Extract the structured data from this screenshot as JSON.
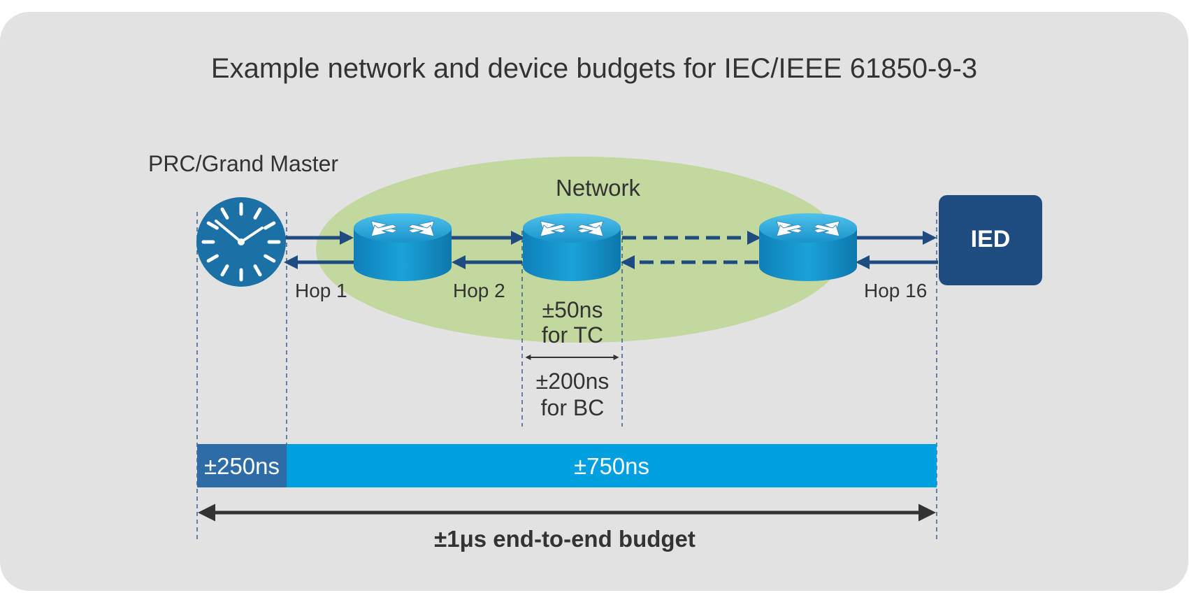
{
  "title": "Example network and device budgets for IEC/IEEE 61850-9-3",
  "grandmaster": {
    "label": "PRC/Grand Master",
    "icon": "clock-icon"
  },
  "network": {
    "label": "Network",
    "color": "#c2d89e"
  },
  "hops": [
    "Hop 1",
    "Hop 2",
    "Hop 16"
  ],
  "switch_budget": {
    "tc_line1": "±50ns",
    "tc_line2": "for TC",
    "bc_line1": "±200ns",
    "bc_line2": "for BC"
  },
  "ied": {
    "label": "IED",
    "color": "#1e4b80"
  },
  "bars": {
    "grandmaster_budget": "±250ns",
    "grandmaster_color": "#2e6ca8",
    "network_budget": "±750ns",
    "network_color": "#009fe0"
  },
  "end_to_end": "±1μs end-to-end budget",
  "icons": [
    "clock-icon",
    "router-icon",
    "arrow-right-icon",
    "arrow-left-icon",
    "double-arrow-icon"
  ]
}
